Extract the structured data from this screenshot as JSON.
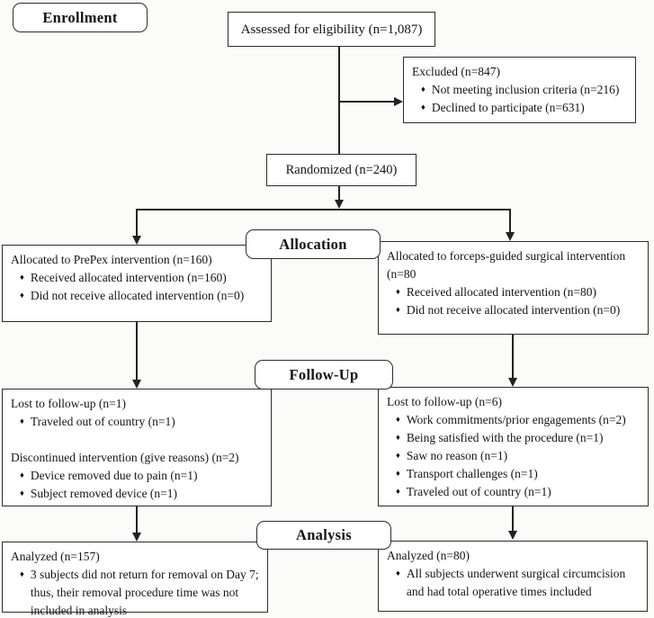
{
  "diagram": {
    "type": "consort-flowchart",
    "bullet_glyph": "♦",
    "colors": {
      "ink": "#222222",
      "paper": "#fbfbfa",
      "box_fill": "#ffffff"
    },
    "stages": {
      "enrollment": "Enrollment",
      "allocation": "Allocation",
      "followup": "Follow-Up",
      "analysis": "Analysis"
    },
    "assessed": {
      "text": "Assessed for eligibility (n=1,087)"
    },
    "excluded": {
      "title": "Excluded (n=847)",
      "bullets": [
        "Not meeting inclusion criteria (n=216)",
        "Declined to participate (n=631)"
      ]
    },
    "randomized": {
      "text": "Randomized (n=240)"
    },
    "alloc_left": {
      "title": "Allocated to PrePex intervention (n=160)",
      "bullets": [
        "Received allocated intervention (n=160)",
        "Did not receive allocated intervention (n=0)"
      ]
    },
    "alloc_right": {
      "title": "Allocated to forceps-guided surgical intervention (n=80",
      "bullets": [
        "Received allocated intervention (n=80)",
        "Did not receive allocated intervention (n=0)"
      ]
    },
    "fu_left": {
      "title1": "Lost to follow-up (n=1)",
      "bullets1": [
        "Traveled out of country (n=1)"
      ],
      "title2": "Discontinued intervention (give reasons) (n=2)",
      "bullets2": [
        "Device removed due to pain (n=1)",
        "Subject removed device (n=1)"
      ]
    },
    "fu_right": {
      "title": "Lost to follow-up (n=6)",
      "bullets": [
        "Work commitments/prior engagements (n=2)",
        "Being satisfied with the procedure (n=1)",
        "Saw no reason (n=1)",
        "Transport challenges (n=1)",
        "Traveled out of country (n=1)"
      ]
    },
    "an_left": {
      "title": "Analyzed (n=157)",
      "bullets": [
        "3 subjects did not return for removal on Day 7; thus, their removal procedure time was not included in analysis"
      ]
    },
    "an_right": {
      "title": "Analyzed (n=80)",
      "bullets": [
        "All subjects underwent surgical circumcision and had total operative times included"
      ]
    }
  }
}
